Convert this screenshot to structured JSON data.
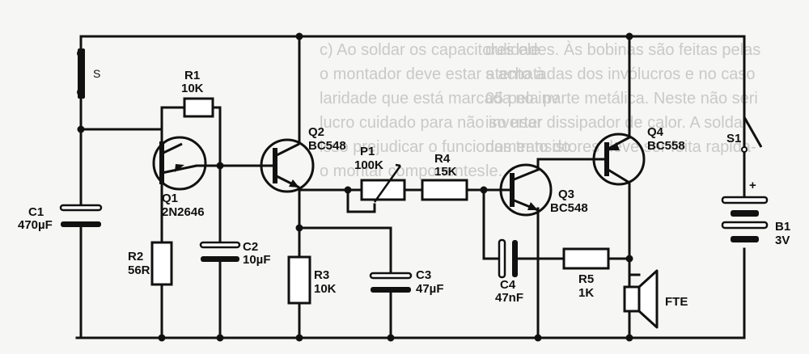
{
  "background_text": {
    "left": [
      "c) Ao soldar os capacitores ele",
      "o montador deve estar atento à",
      "laridade que está marcada no inv",
      "lucro cuidado para não inverter",
      "isso prejudicar o funcionamento do",
      "o montar componentes"
    ],
    "right": [
      "dulidades. Às bobinas são feitas pelas",
      "s achatadas dos invólucros e no caso",
      "05 pela parte metálica. Neste não seri",
      "iso usar dissipador de calor. A solda-",
      "dos transistores deve ser feita rapida-",
      "le."
    ]
  },
  "components": {
    "switch_s": {
      "name": "S"
    },
    "r1": {
      "name": "R1",
      "value": "10K"
    },
    "q1": {
      "name": "Q1",
      "part": "2N2646"
    },
    "q2": {
      "name": "Q2",
      "part": "BC548"
    },
    "c1": {
      "name": "C1",
      "value": "470µF"
    },
    "r2": {
      "name": "R2",
      "value": "56R"
    },
    "c2": {
      "name": "C2",
      "value": "10µF"
    },
    "r3": {
      "name": "R3",
      "value": "10K"
    },
    "c3": {
      "name": "C3",
      "value": "47µF"
    },
    "p1": {
      "name": "P1",
      "value": "100K"
    },
    "r4": {
      "name": "R4",
      "value": "15K"
    },
    "q3": {
      "name": "Q3",
      "part": "BC548"
    },
    "q4": {
      "name": "Q4",
      "part": "BC558"
    },
    "c4": {
      "name": "C4",
      "value": "47nF"
    },
    "r5": {
      "name": "R5",
      "value": "1K"
    },
    "s1": {
      "name": "S1"
    },
    "b1": {
      "name": "B1",
      "value": "3V",
      "polarity": "+"
    },
    "speaker": {
      "name": "FTE"
    }
  }
}
